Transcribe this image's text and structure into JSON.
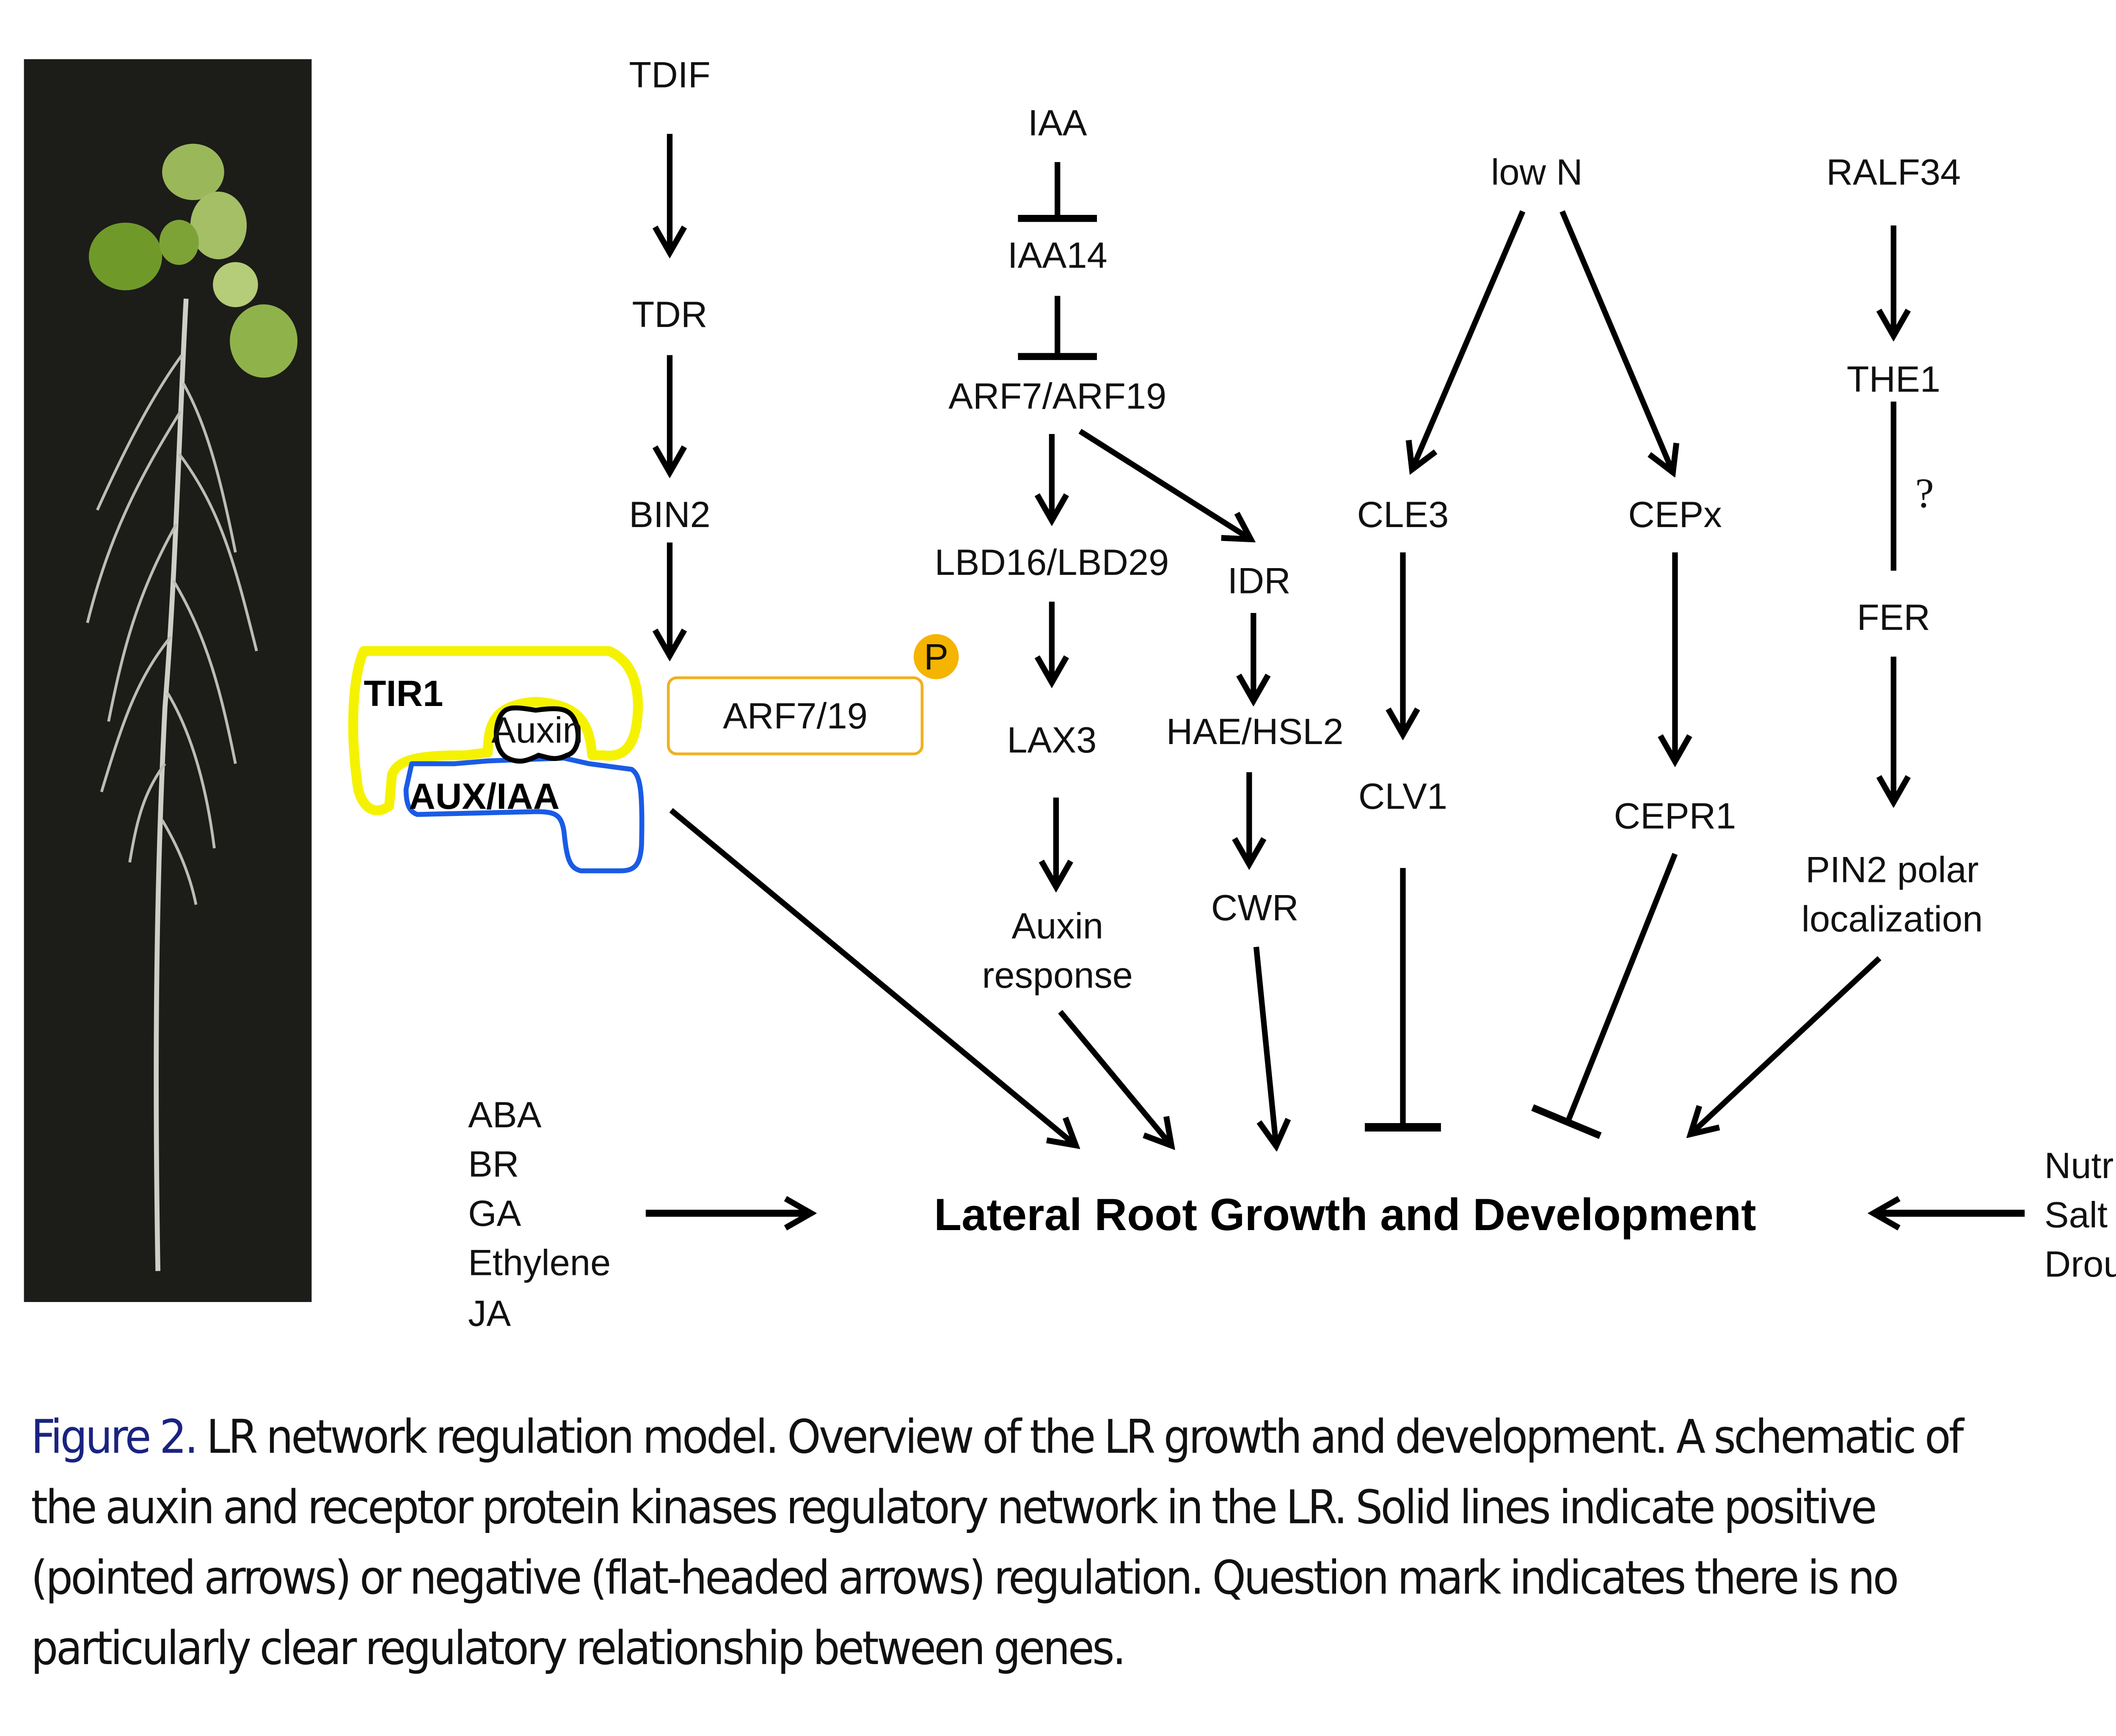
{
  "figure": {
    "photo_alt": "Arabidopsis seedling with lateral roots on dark background",
    "nodes": {
      "tdif": "TDIF",
      "tdr": "TDR",
      "bin2": "BIN2",
      "iaa": "IAA",
      "iaa14": "IAA14",
      "arf7_arf19": "ARF7/ARF19",
      "lbd": "LBD16/LBD29",
      "idr": "IDR",
      "lax3": "LAX3",
      "hae_hsl2": "HAE/HSL2",
      "auxin_response_1": "Auxin",
      "auxin_response_2": "response",
      "cwr": "CWR",
      "low_n": "low N",
      "cle3": "CLE3",
      "cepx": "CEPx",
      "clv1": "CLV1",
      "cepr1": "CEPR1",
      "ralf34": "RALF34",
      "the1": "THE1",
      "fer": "FER",
      "pin2_1": "PIN2 polar",
      "pin2_2": "localization",
      "question": "?",
      "tir1": "TIR1",
      "auxin": "Auxin",
      "aux_iaa": "AUX/IAA",
      "arf7_19": "ARF7/19",
      "phospho": "P",
      "target": "Lateral Root Growth and Development"
    },
    "left_factors": [
      "ABA",
      "BR",
      "GA",
      "Ethylene",
      "JA"
    ],
    "right_factors": [
      "Nutrient",
      "Salt",
      "Drought"
    ],
    "colors": {
      "tir1_outline": "#f5f200",
      "aux_iaa_outline": "#1a5be6",
      "arf_box_outline": "#f0b020",
      "phospho_fill": "#f5b400",
      "caption_label": "#1a2380"
    }
  },
  "caption": {
    "label": "Figure 2.",
    "text": " LR network regulation model. Overview of the LR growth and development. A schematic of the auxin and receptor protein kinases regulatory network in the LR. Solid lines indicate positive (pointed arrows) or negative (flat-headed arrows) regulation. Question mark indicates there is no particularly clear regulatory relationship between genes."
  }
}
